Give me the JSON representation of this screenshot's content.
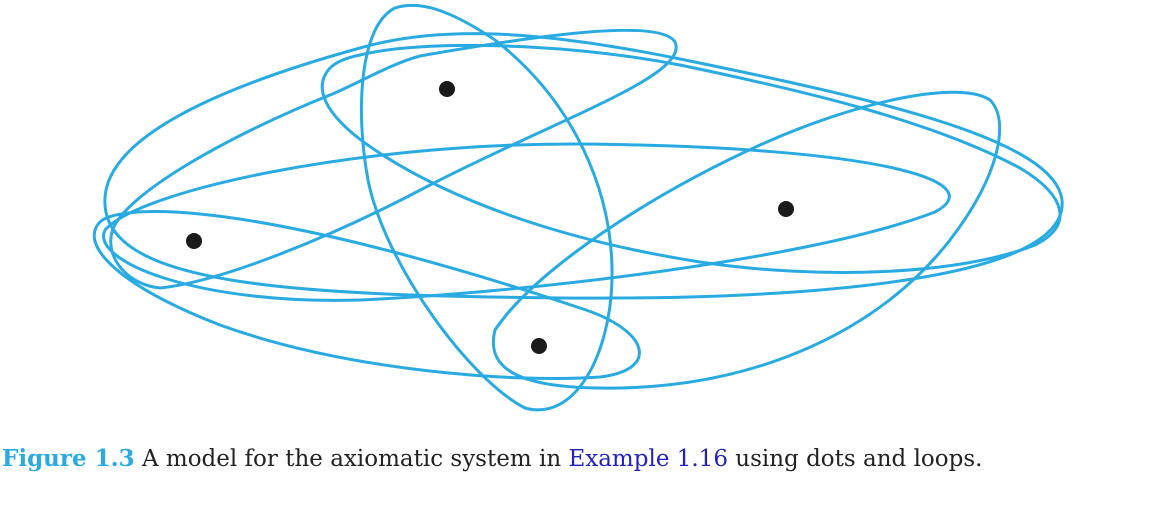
{
  "colors": {
    "loop": "#29abe2",
    "dot": "#1a1a1a",
    "figure_label": "#29abe2",
    "link": "#2323b8",
    "text": "#222222"
  },
  "diagram": {
    "dots": [
      {
        "id": "top"
      },
      {
        "id": "left"
      },
      {
        "id": "right"
      },
      {
        "id": "bottom"
      }
    ],
    "loops": [
      {
        "id": "big-outer",
        "connects": [
          "top",
          "left",
          "right"
        ]
      },
      {
        "id": "long-horizontal",
        "connects": [
          "left",
          "right"
        ]
      },
      {
        "id": "left-bottom",
        "connects": [
          "left",
          "bottom"
        ]
      },
      {
        "id": "top-bottom-vertical",
        "connects": [
          "top",
          "bottom"
        ]
      },
      {
        "id": "top-left-diagonal",
        "connects": [
          "top",
          "left"
        ]
      },
      {
        "id": "bottom-right-diagonal",
        "connects": [
          "bottom",
          "right"
        ]
      }
    ]
  },
  "caption": {
    "label": "Figure 1.3",
    "text_before": " A model for the axiomatic system in ",
    "link_text": "Example 1.16",
    "text_after": " using dots and loops."
  }
}
